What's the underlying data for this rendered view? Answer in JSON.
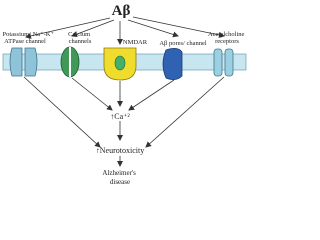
{
  "source": {
    "label": "Aβ"
  },
  "receptors": [
    {
      "id": "na-k-atpase",
      "label_lines": [
        "Potassium/ Na⁺-K⁺",
        "ATPase channel"
      ]
    },
    {
      "id": "calcium",
      "label_lines": [
        "Calcium",
        "channels"
      ]
    },
    {
      "id": "nmdar",
      "label_lines": [
        "NMDAR"
      ]
    },
    {
      "id": "abeta-pores",
      "label_lines": [
        "Aβ pores/ channel"
      ]
    },
    {
      "id": "acetylcholine",
      "label_lines": [
        "Acetylcholine",
        "receptors"
      ]
    }
  ],
  "outcomes": {
    "calcium": "↑Ca⁺²",
    "neurotoxicity": "↑Neurotoxicity",
    "disease_lines": [
      "Alzheimer's",
      "disease"
    ]
  },
  "colors": {
    "membrane": "#c8e6f0",
    "membrane_stroke": "#6a9fb5",
    "atpase": "#8fc3d8",
    "calcium_channel": "#3f9a57",
    "nmdar": "#f0dc2c",
    "nmdar_core": "#44b06a",
    "abeta_pore": "#2f62b2",
    "ach_receptor": "#9ccfe0",
    "arrow": "#333333"
  }
}
